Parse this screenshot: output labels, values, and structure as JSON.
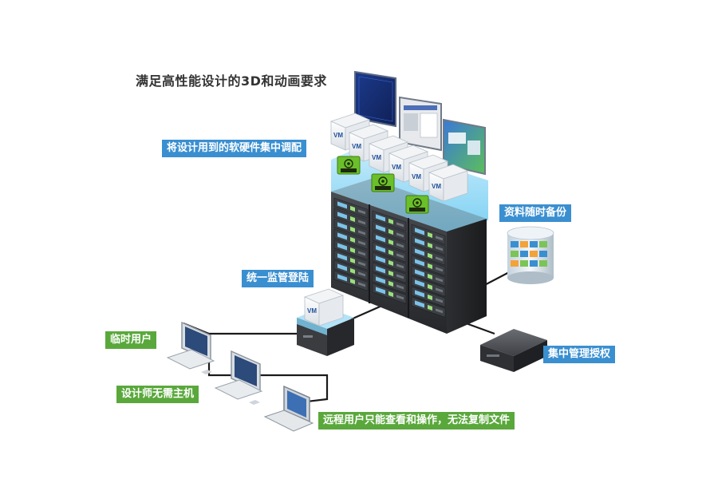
{
  "title": "满足高性能设计的3D和动画要求",
  "labels": {
    "schedule": "将设计用到的软硬件集中调配",
    "backup": "资料随时备份",
    "monitor": "统一监管登陆",
    "license": "集中管理授权",
    "temp_user": "临时用户",
    "designer": "设计师无需主机",
    "remote": "远程用户只能查看和操作，无法复制文件"
  },
  "icons": {
    "vm": "VM",
    "gpu": "NVIDIA"
  },
  "colors": {
    "blue_label": "#3a8fd0",
    "green_label": "#5aa83c"
  }
}
